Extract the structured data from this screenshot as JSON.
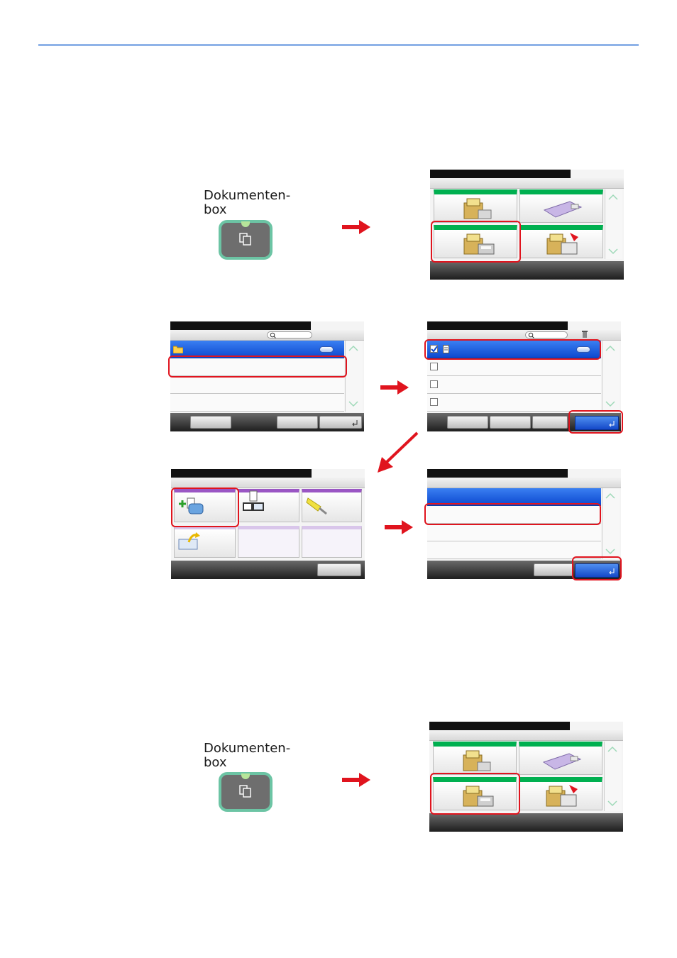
{
  "page": {
    "rule_color": "#8fb3e8",
    "highlight_color": "#e0141e",
    "arrow_color": "#e0141e"
  },
  "key_upper": {
    "label": "Dokumenten-\nbox",
    "icon": "document-box-icon",
    "led_color": "#b7e59a",
    "ring_color": "#6cc4a4"
  },
  "key_lower": {
    "label": "Dokumenten-\nbox",
    "icon": "document-box-icon"
  },
  "panels": {
    "box_menu": {
      "tiles": [
        "custom-box-icon",
        "usb-memory-icon",
        "job-box-icon",
        "fax-box-icon"
      ],
      "highlighted": "job-box-icon"
    },
    "box_list": {
      "rows": 4,
      "selected_row": 2
    },
    "file_list": {
      "rows": 4,
      "checked_row": 1,
      "highlighted_button": "ok"
    },
    "function_menu": {
      "tiles": [
        "add-document-icon",
        "text-scan-icon",
        "brush-icon",
        "move-icon"
      ],
      "highlighted": "add-document-icon"
    },
    "target_list": {
      "rows": 4,
      "selected_row": 2,
      "highlighted_button": "ok"
    },
    "box_menu_2": {
      "tiles": [
        "custom-box-icon",
        "usb-memory-icon",
        "job-box-icon",
        "fax-box-icon"
      ],
      "highlighted": "job-box-icon"
    }
  }
}
